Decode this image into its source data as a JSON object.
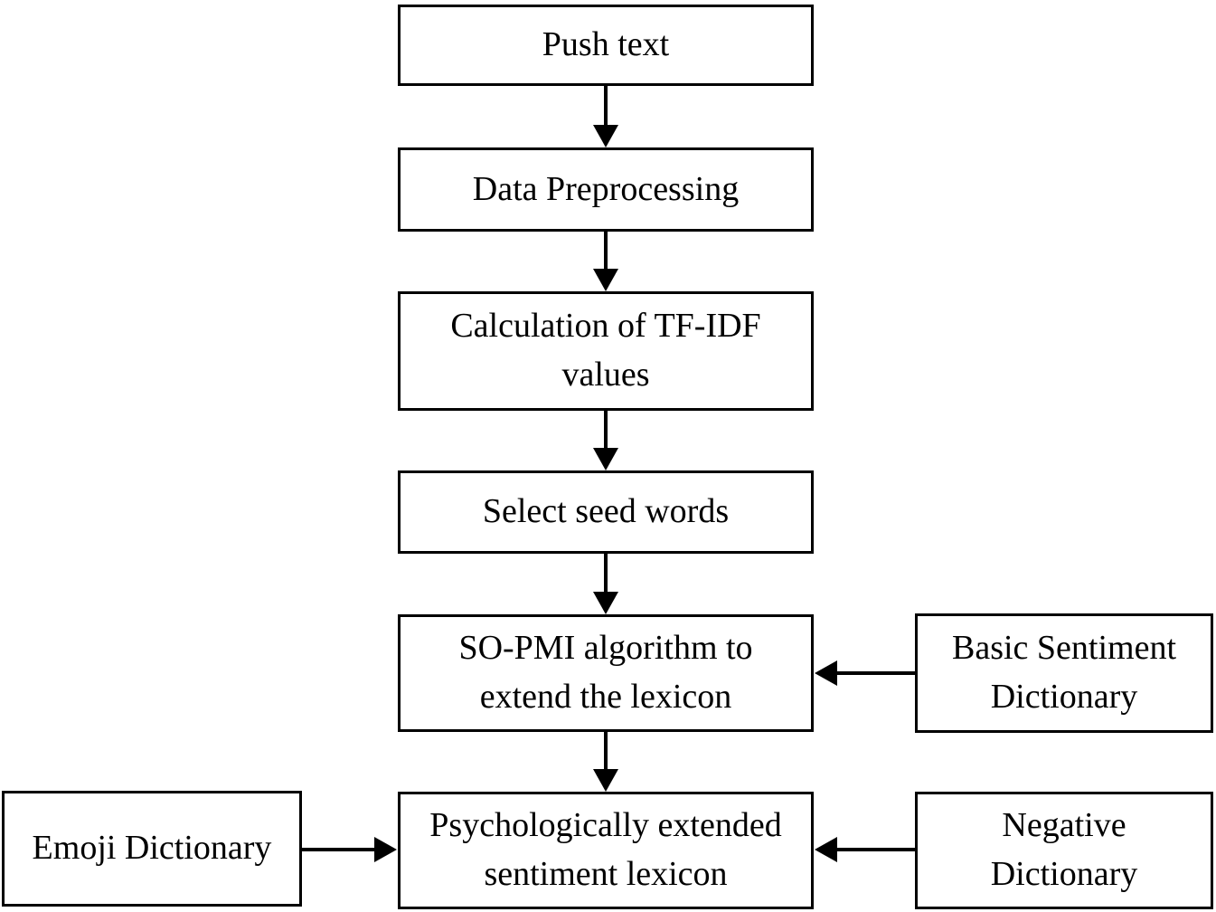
{
  "diagram": {
    "type": "flowchart",
    "background_color": "#ffffff",
    "stroke_color": "#000000",
    "text_color": "#000000",
    "nodes": [
      {
        "id": "push-text",
        "label": "Push text"
      },
      {
        "id": "data-preprocessing",
        "label": "Data Preprocessing"
      },
      {
        "id": "tfidf-calculation",
        "label": "Calculation of TF-IDF\nvalues"
      },
      {
        "id": "select-seed-words",
        "label": "Select seed words"
      },
      {
        "id": "so-pmi",
        "label": "SO-PMI algorithm to\nextend the lexicon"
      },
      {
        "id": "psych-lexicon",
        "label": "Psychologically extended\nsentiment lexicon"
      },
      {
        "id": "basic-sentiment-dictionary",
        "label": "Basic Sentiment\nDictionary"
      },
      {
        "id": "negative-dictionary",
        "label": "Negative\nDictionary"
      },
      {
        "id": "emoji-dictionary",
        "label": "Emoji Dictionary"
      }
    ],
    "edges": [
      {
        "from": "push-text",
        "to": "data-preprocessing"
      },
      {
        "from": "data-preprocessing",
        "to": "tfidf-calculation"
      },
      {
        "from": "tfidf-calculation",
        "to": "select-seed-words"
      },
      {
        "from": "select-seed-words",
        "to": "so-pmi"
      },
      {
        "from": "so-pmi",
        "to": "psych-lexicon"
      },
      {
        "from": "basic-sentiment-dictionary",
        "to": "so-pmi"
      },
      {
        "from": "emoji-dictionary",
        "to": "psych-lexicon"
      },
      {
        "from": "negative-dictionary",
        "to": "psych-lexicon"
      }
    ]
  }
}
